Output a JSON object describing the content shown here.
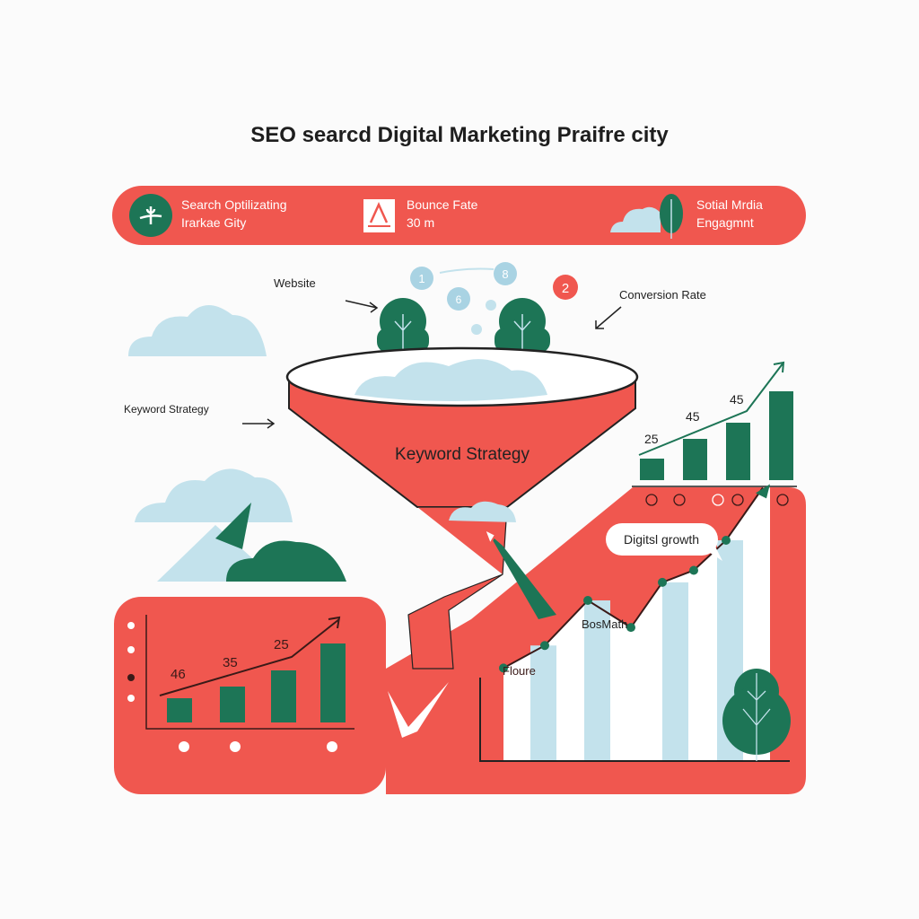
{
  "title": "SEO searcd Digital Marketing Praifre city",
  "colors": {
    "red": "#f0574f",
    "green": "#1d7556",
    "light_blue": "#c3e2ec",
    "dark": "#222222"
  },
  "banner": {
    "item1": {
      "line1": "Search Optilizating",
      "line2": "Irarkae Gity",
      "icon": "leaf-badge-icon"
    },
    "item2": {
      "line1": "Bounce Fate",
      "line2": "30 m",
      "icon": "warning-triangle-icon"
    },
    "item3": {
      "line1": "Sotial Mrdia",
      "line2": "Engagmnt",
      "icon": "tree-cloud-icon"
    }
  },
  "labels": {
    "website": "Website",
    "conversion_rate": "Conversion Rate",
    "keyword_strategy_side": "Keyword Strategy",
    "funnel": "Keyword Strategy",
    "digital_growth": "Digitsl growth",
    "bosmath": "BosMath",
    "floure": "Floure"
  },
  "bubbles": [
    "1",
    "8",
    "6",
    "2"
  ],
  "charts": {
    "left": {
      "type": "bar",
      "values": [
        27,
        40,
        58,
        88
      ],
      "labels": [
        "46",
        "35",
        "25"
      ]
    },
    "top_right": {
      "type": "bar",
      "values": [
        24,
        46,
        64,
        99
      ],
      "labels": [
        "25",
        "45",
        "45"
      ]
    },
    "bottom_right": {
      "type": "line",
      "values": [
        35,
        50,
        80,
        62,
        92,
        100,
        120,
        155
      ]
    }
  }
}
